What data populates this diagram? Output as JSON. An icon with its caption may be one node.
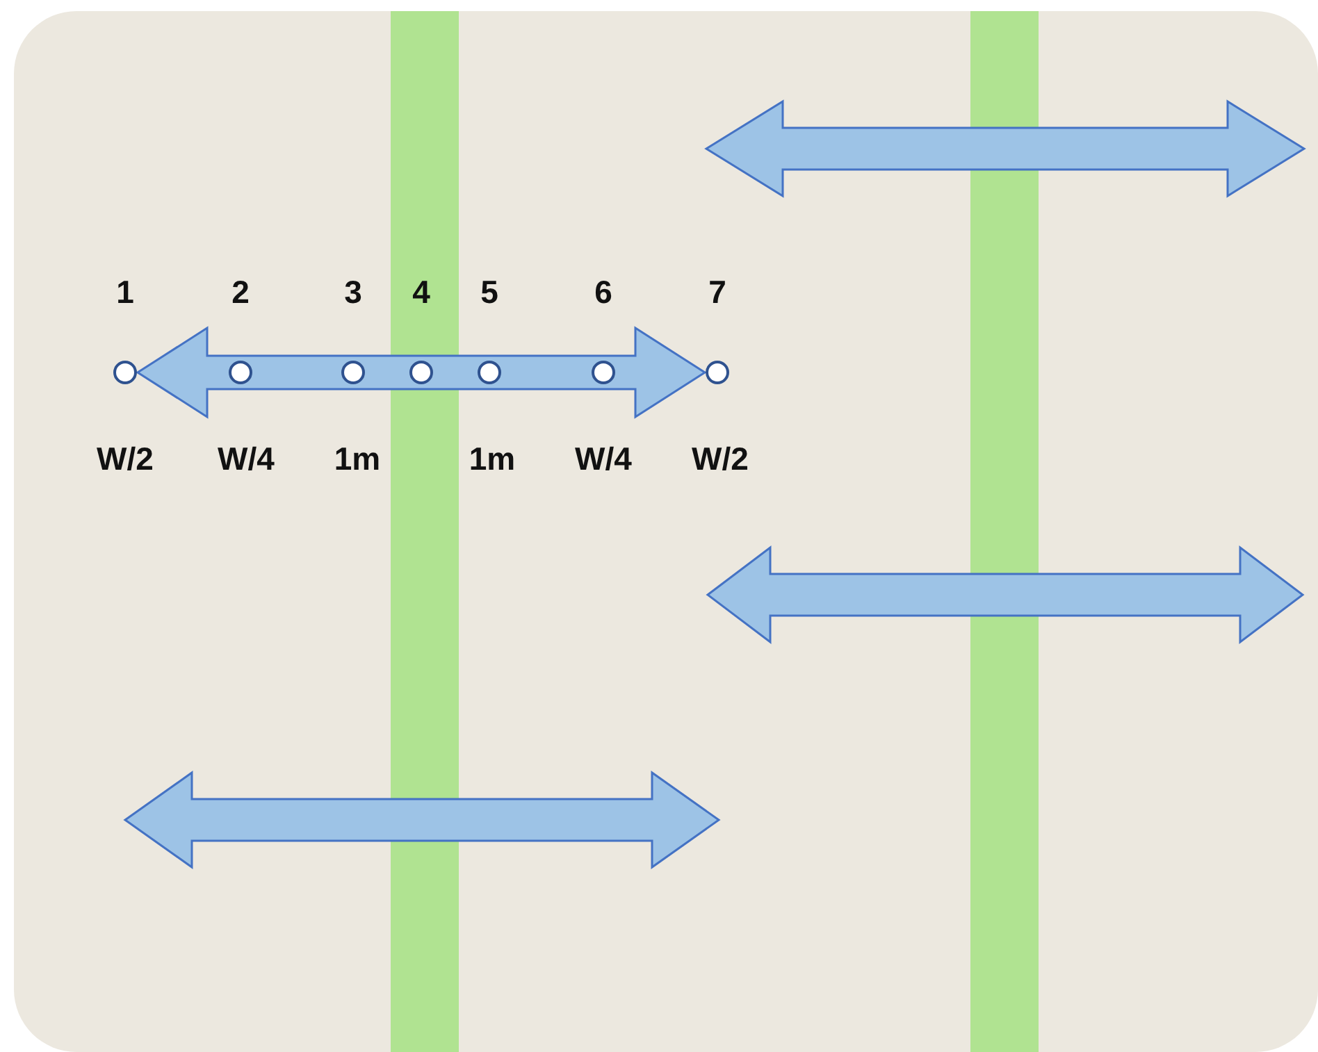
{
  "diagram": {
    "nodes": [
      {
        "text": [
          "1"
        ]
      },
      {
        "text": [
          "2"
        ]
      },
      {
        "text": [
          "3"
        ]
      },
      {
        "text": [
          "4"
        ]
      },
      {
        "text": [
          "5"
        ]
      },
      {
        "text": [
          "6"
        ]
      },
      {
        "text": [
          "7"
        ]
      }
    ],
    "edges": [
      {
        "from": 0,
        "to": 6,
        "arrow": "both"
      }
    ],
    "labels": [
      "W/2",
      "W/4",
      "1m",
      "1m",
      "W/4",
      "W/2"
    ]
  }
}
